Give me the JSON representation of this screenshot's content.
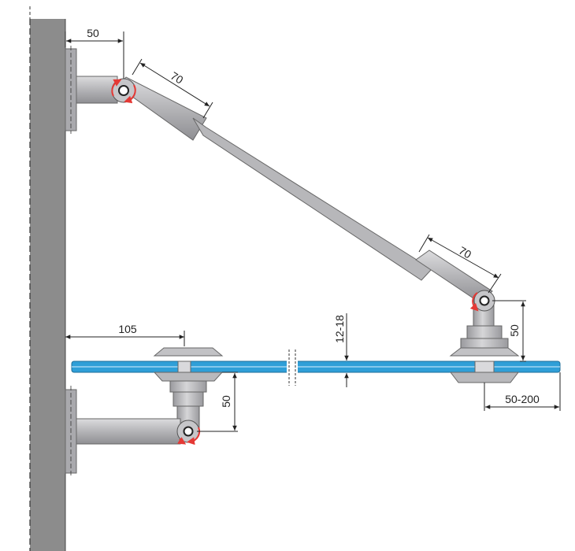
{
  "dimensions": {
    "wall_offset": "50",
    "arm_top_length": "70",
    "arm_bottom_length": "70",
    "glass_offset": "105",
    "glass_thickness": "12-18",
    "bottom_fitting_height": "50",
    "right_fitting_height": "50",
    "overhang": "50-200"
  },
  "colors": {
    "wall": "#8c8c8c",
    "steel": "#b9b9bb",
    "steel_dark": "#9d9da0",
    "glass": "#2f9fd8",
    "pivot_arrow": "#e53935",
    "dim_line": "#222222"
  }
}
